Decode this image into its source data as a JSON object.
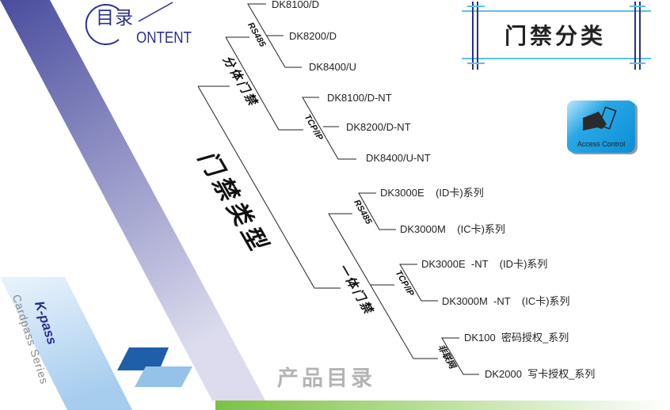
{
  "logo": {
    "cn": "目录",
    "en": "ONTENT"
  },
  "title": "门禁分类",
  "badge": {
    "label": "Access Control",
    "icon": "hand-card-icon"
  },
  "brand": {
    "name": "K-pass",
    "series": "Cardpass Series"
  },
  "footer": "产品目录",
  "tree": {
    "root": "门禁类型",
    "split": {
      "label": "分体门禁",
      "rs485": {
        "label": "RS485",
        "items": [
          "DK8100/D",
          "DK8200/D",
          "DK8400/U"
        ]
      },
      "tcp": {
        "label": "TCP/IP",
        "items": [
          "DK8100/D-NT",
          "DK8200/D-NT",
          "DK8400/U-NT"
        ]
      }
    },
    "integrated": {
      "label": "一体门禁",
      "rs485": {
        "label": "RS485",
        "items": [
          "DK3000E    (ID卡)系列",
          "DK3000M    (IC卡)系列"
        ]
      },
      "tcp": {
        "label": "TCP/IP",
        "items": [
          "DK3000E  -NT    (ID卡)系列",
          "DK3000M  -NT    (IC卡)系列"
        ]
      },
      "offline": {
        "label": "非联网",
        "items": [
          "DK100  密码授权_系列",
          "DK2000  写卡授权_系列"
        ]
      }
    }
  },
  "colors": {
    "logo": "#2b2f8f",
    "band_top": "#4a4d9e",
    "green": "#7cc242",
    "frame_dark": "#2b2f8f",
    "frame_light": "#5bc0ea"
  }
}
